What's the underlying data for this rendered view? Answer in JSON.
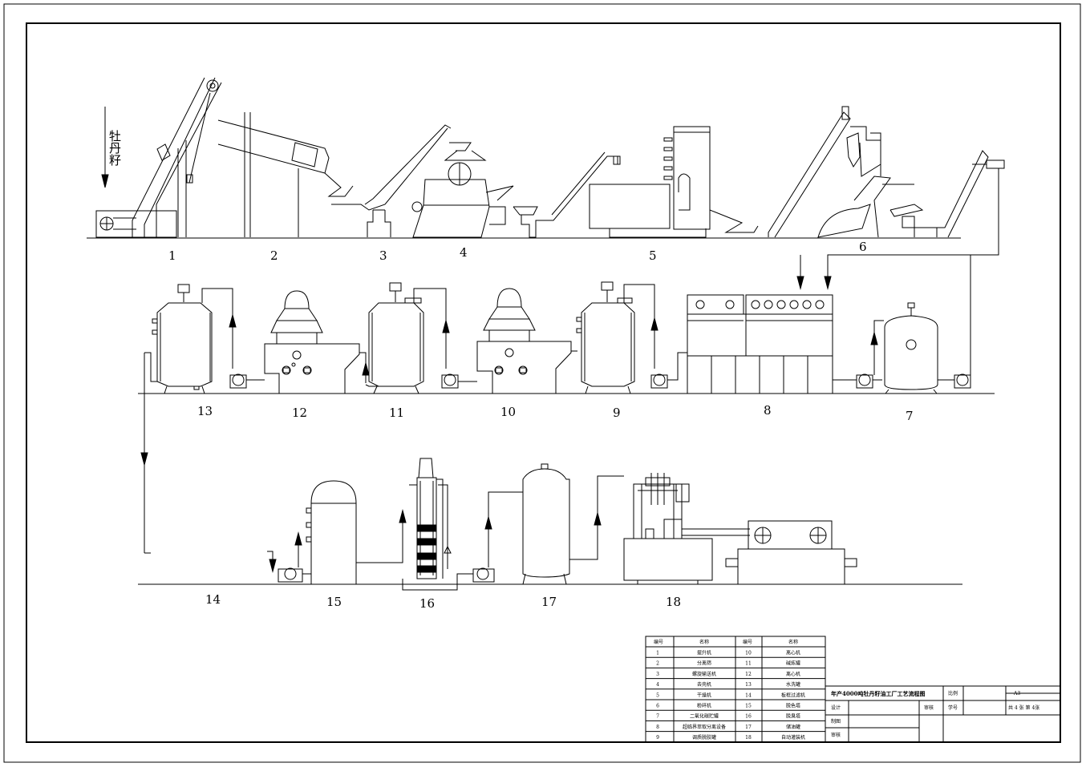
{
  "feed_label": "牡丹籽",
  "equipment_numbers": [
    "1",
    "2",
    "3",
    "4",
    "5",
    "6",
    "7",
    "8",
    "9",
    "10",
    "11",
    "12",
    "13",
    "14",
    "15",
    "16",
    "17",
    "18"
  ],
  "legend": {
    "headers": [
      "编号",
      "名称",
      "编号",
      "名称"
    ],
    "rows": [
      {
        "n1": "1",
        "name1": "提升机",
        "n2": "10",
        "name2": "离心机"
      },
      {
        "n1": "2",
        "name1": "分离筛",
        "n2": "11",
        "name2": "碱炼罐"
      },
      {
        "n1": "3",
        "name1": "螺旋输送机",
        "n2": "12",
        "name2": "离心机"
      },
      {
        "n1": "4",
        "name1": "去壳机",
        "n2": "13",
        "name2": "水洗罐"
      },
      {
        "n1": "5",
        "name1": "干燥机",
        "n2": "14",
        "name2": "板框过滤机"
      },
      {
        "n1": "6",
        "name1": "粉碎机",
        "n2": "15",
        "name2": "脱色塔"
      },
      {
        "n1": "7",
        "name1": "二氧化碳贮罐",
        "n2": "16",
        "name2": "脱臭塔"
      },
      {
        "n1": "8",
        "name1": "超临界萃取分离设备",
        "n2": "17",
        "name2": "储油罐"
      },
      {
        "n1": "9",
        "name1": "调质脱胶罐",
        "n2": "18",
        "name2": "自动灌装机"
      }
    ]
  },
  "title_block": {
    "title": "年产4000吨牡丹籽油工厂工艺流程图",
    "scale_label": "比例",
    "scale_value": "A3",
    "design_label": "设计",
    "approve_label": "审核",
    "drawing_no_label": "学号",
    "sheet_info": "共 4 张  第 4张",
    "draw_label": "制图",
    "review_label": "审核"
  }
}
